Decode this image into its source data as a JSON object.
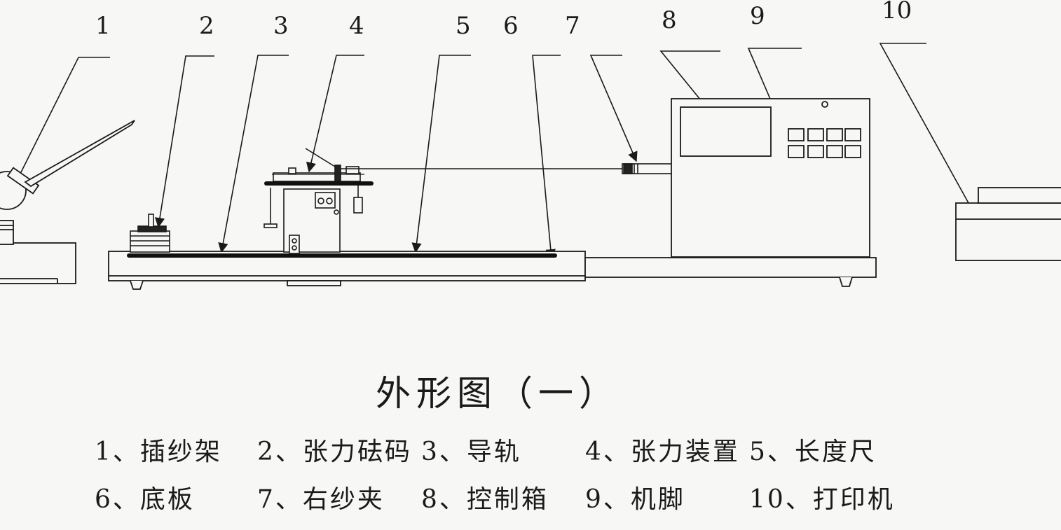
{
  "callouts": [
    "1",
    "2",
    "3",
    "4",
    "5",
    "6",
    "7",
    "8",
    "9",
    "10"
  ],
  "caption": "外形图（一）",
  "legend": [
    [
      "1、插纱架",
      "2、张力砝码",
      "3、导轨",
      "4、张力装置",
      "5、长度尺"
    ],
    [
      "6、底板",
      "7、右纱夹",
      "8、控制箱",
      "9、机脚",
      "10、打印机"
    ]
  ]
}
